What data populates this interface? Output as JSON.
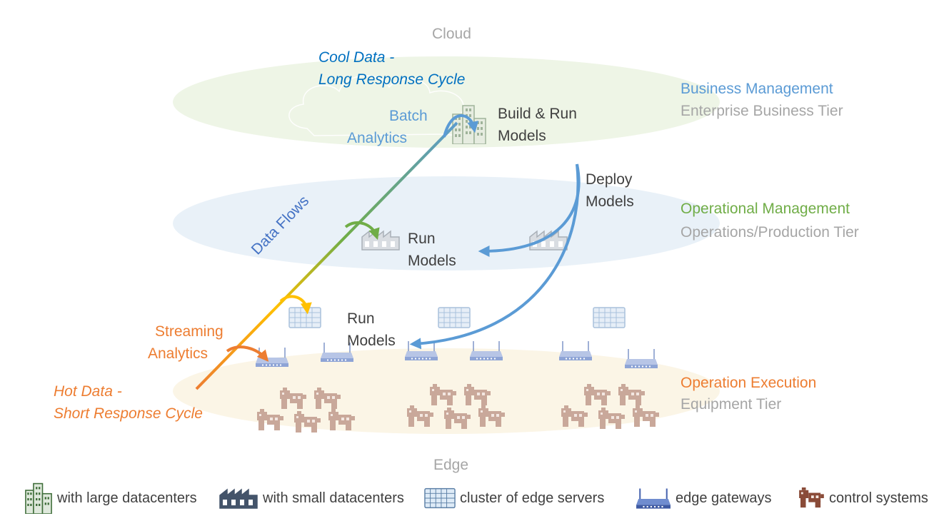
{
  "labels": {
    "cloud": "Cloud",
    "edge": "Edge",
    "cool_data_1": "Cool Data -",
    "cool_data_2": "Long Response Cycle",
    "hot_data_1": "Hot Data -",
    "hot_data_2": "Short Response Cycle",
    "batch_1": "Batch",
    "batch_2": "Analytics",
    "streaming_1": "Streaming",
    "streaming_2": "Analytics",
    "data_flows": "Data Flows",
    "build_run_1": "Build & Run",
    "build_run_2": "Models",
    "deploy_1": "Deploy",
    "deploy_2": "Models",
    "run_ops_1": "Run",
    "run_ops_2": "Models",
    "run_edge_1": "Run",
    "run_edge_2": "Models"
  },
  "tiers": [
    {
      "title": "Business Management",
      "subtitle": "Enterprise Business Tier"
    },
    {
      "title": "Operational Management",
      "subtitle": "Operations/Production Tier"
    },
    {
      "title": "Operation Execution",
      "subtitle": "Equipment Tier"
    }
  ],
  "legend": [
    {
      "icon": "large-datacenter-icon",
      "label": "with large datacenters"
    },
    {
      "icon": "small-datacenter-icon",
      "label": "with small datacenters"
    },
    {
      "icon": "edge-server-cluster-icon",
      "label": "cluster of edge servers"
    },
    {
      "icon": "edge-gateway-icon",
      "label": "edge gateways"
    },
    {
      "icon": "control-system-icon",
      "label": "control systems"
    }
  ],
  "colors": {
    "blue": "#5b9bd5",
    "green": "#70ad47",
    "orange": "#ed7d31",
    "yellow": "#ffc000",
    "gray_text": "#a6a6a6",
    "dark_text": "#404040",
    "cloud_fill": "#eef5e6",
    "ops_fill": "#e9f1f8",
    "edge_fill": "#fbf5e6"
  }
}
